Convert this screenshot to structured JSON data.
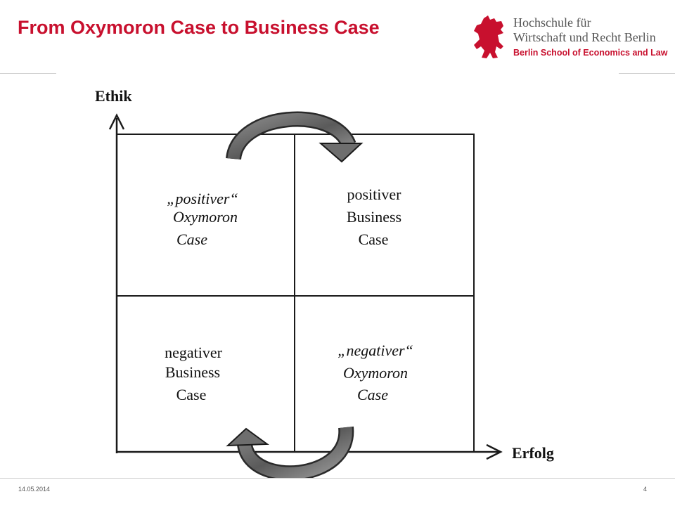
{
  "slide": {
    "title": "From Oxymoron Case to Business Case",
    "footer_date": "14.05.2014",
    "page_number": "4"
  },
  "logo": {
    "line1": "Hochschule für",
    "line2": "Wirtschaft und Recht Berlin",
    "line3": "Berlin School of Economics and Law",
    "accent_color": "#c8102e"
  },
  "diagram": {
    "y_axis_label": "Ethik",
    "x_axis_label": "Erfolg",
    "quadrants": {
      "top_left": [
        "„positiver“",
        "Oxymoron",
        "Case"
      ],
      "top_right": [
        "positiver",
        "Business",
        "Case"
      ],
      "bottom_left": [
        "negativer",
        "Business",
        "Case"
      ],
      "bottom_right": [
        "„negativer“",
        "Oxymoron",
        "Case"
      ]
    }
  }
}
